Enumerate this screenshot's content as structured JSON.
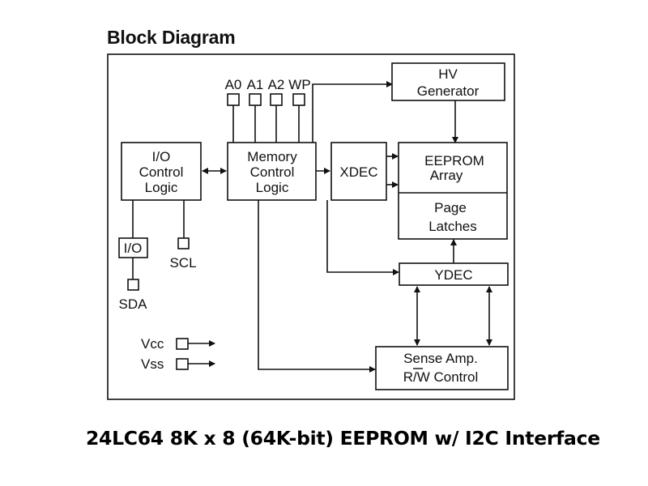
{
  "title": "Block Diagram",
  "caption": "24LC64 8K x 8 (64K-bit) EEPROM w/ I2C Interface",
  "blocks": {
    "io_control": [
      "I/O",
      "Control",
      "Logic"
    ],
    "memory_control": [
      "Memory",
      "Control",
      "Logic"
    ],
    "xdec": "XDEC",
    "hv_generator": [
      "HV",
      "Generator"
    ],
    "eeprom_array": [
      "EEPROM",
      "Array"
    ],
    "page_latches": [
      "Page",
      "Latches"
    ],
    "ydec": "YDEC",
    "sense_amp": [
      "Sense Amp.",
      "R/W Control"
    ],
    "io_buffer": "I/O"
  },
  "pins": {
    "address": [
      "A0",
      "A1",
      "A2",
      "WP"
    ],
    "sda": "SDA",
    "scl": "SCL",
    "vcc": "Vcc",
    "vss": "Vss"
  }
}
